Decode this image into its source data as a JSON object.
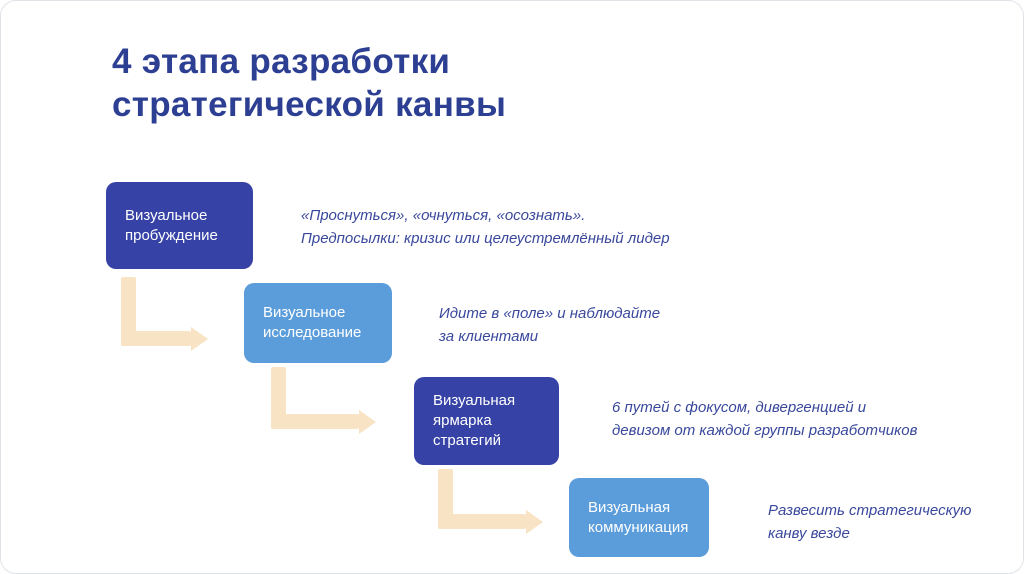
{
  "slide": {
    "title": "4 этапа разработки\nстратегической канвы",
    "colors": {
      "title_text": "#2d3f92",
      "box_dark": "#3642a6",
      "box_light": "#5b9ddb",
      "arrow": "#f8e3c5",
      "description_text": "#39489c"
    },
    "steps": [
      {
        "label": "Визуальное\nпробуждение",
        "tone": "dark",
        "description": "«Проснуться», «очнуться, «осознать».\nПредпосылки: кризис или целеустремлённый лидер"
      },
      {
        "label": "Визуальное\nисследование",
        "tone": "light",
        "description": "Идите в «поле» и наблюдайте\nза клиентами"
      },
      {
        "label": "Визуальная\nярмарка\nстратегий",
        "tone": "dark",
        "description": "6 путей с фокусом, дивергенцией и\nдевизом от каждой группы разработчиков"
      },
      {
        "label": "Визуальная\nкоммуникация",
        "tone": "light",
        "description": "Развесить стратегическую\nканву везде"
      }
    ]
  }
}
